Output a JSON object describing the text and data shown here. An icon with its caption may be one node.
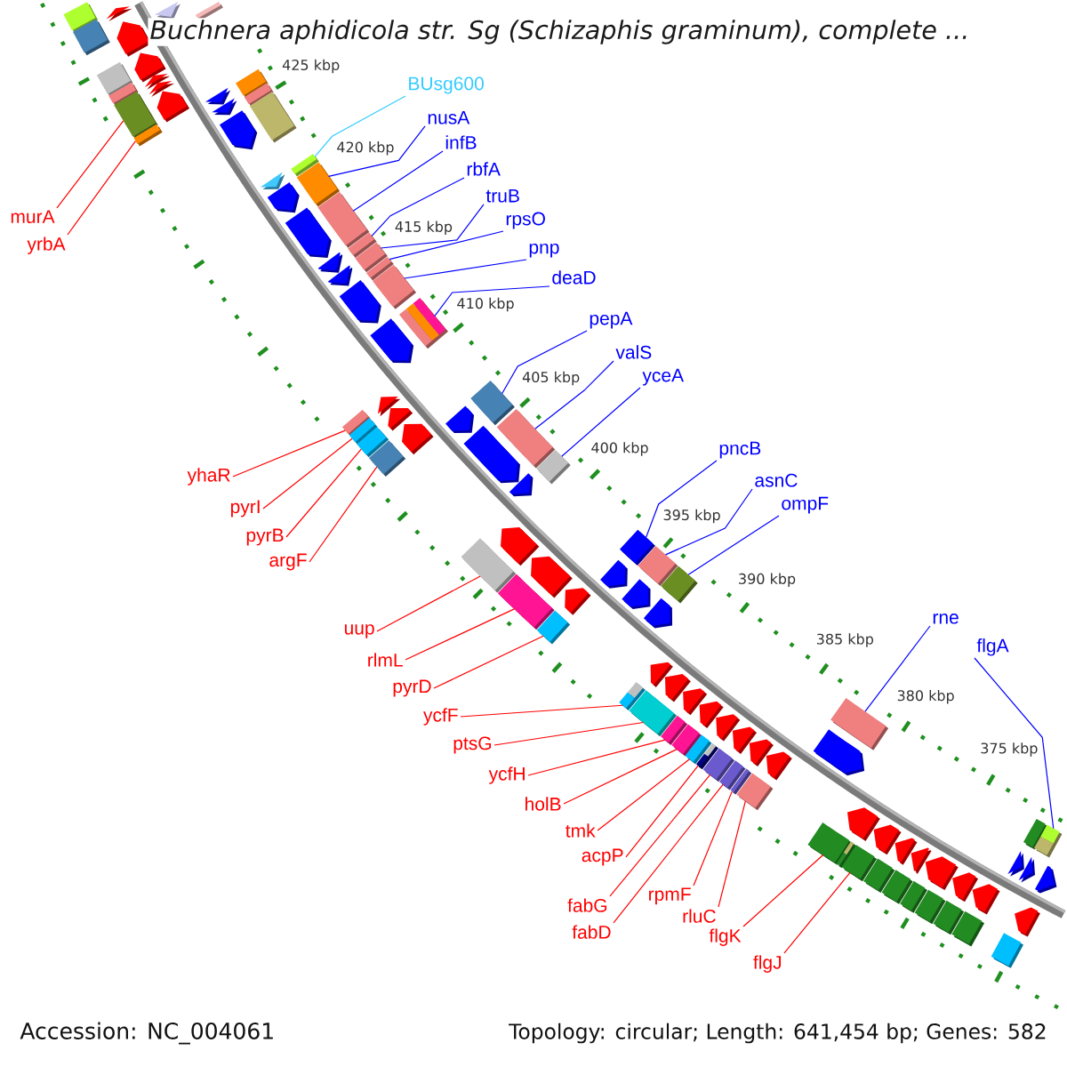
{
  "diagram": {
    "title": "Buchnera aphidicola str. Sg (Schizaphis graminum), complete ...",
    "nodes": [
      {
        "text": [
          "BUsg600"
        ]
      },
      {
        "text": [
          "nusA"
        ]
      },
      {
        "text": [
          "infB"
        ]
      },
      {
        "text": [
          "rbfA"
        ]
      },
      {
        "text": [
          "truB"
        ]
      },
      {
        "text": [
          "murA"
        ]
      },
      {
        "text": [
          "rpsO"
        ]
      },
      {
        "text": [
          "yrbA"
        ]
      },
      {
        "text": [
          "pnp"
        ]
      },
      {
        "text": [
          "deaD"
        ]
      },
      {
        "text": [
          "pepA"
        ]
      },
      {
        "text": [
          "valS"
        ]
      },
      {
        "text": [
          "yceA"
        ]
      },
      {
        "text": [
          "pncB"
        ]
      },
      {
        "text": [
          "yhaR"
        ]
      },
      {
        "text": [
          "asnC"
        ]
      },
      {
        "text": [
          "ompF"
        ]
      },
      {
        "text": [
          "pyrI"
        ]
      },
      {
        "text": [
          "pyrB"
        ]
      },
      {
        "text": [
          "argF"
        ]
      },
      {
        "text": [
          "rne"
        ]
      },
      {
        "text": [
          "uup"
        ]
      },
      {
        "text": [
          "flgA"
        ]
      },
      {
        "text": [
          "rlmL"
        ]
      },
      {
        "text": [
          "pyrD"
        ]
      },
      {
        "text": [
          "ycfF"
        ]
      },
      {
        "text": [
          "ptsG"
        ]
      },
      {
        "text": [
          "ycfH"
        ]
      },
      {
        "text": [
          "holB"
        ]
      },
      {
        "text": [
          "tmk"
        ]
      },
      {
        "text": [
          "acpP"
        ]
      },
      {
        "text": [
          "rpmF"
        ]
      },
      {
        "text": [
          "fabG"
        ]
      },
      {
        "text": [
          "rluC"
        ]
      },
      {
        "text": [
          "fabD"
        ]
      },
      {
        "text": [
          "flgK"
        ]
      },
      {
        "text": [
          "flgJ"
        ]
      },
      {
        "text": [],
        "shape": "bar"
      },
      {
        "text": [],
        "shape": "arrow"
      },
      {
        "text": [],
        "shape": "bar"
      },
      {
        "text": [],
        "shape": "arrow"
      },
      {
        "text": [],
        "shape": "arrow"
      },
      {
        "text": [],
        "shape": "bar"
      },
      {
        "text": [],
        "shape": "bar"
      },
      {
        "text": [],
        "shape": "arrow"
      },
      {
        "text": [],
        "shape": "bar"
      },
      {
        "text": [],
        "shape": "arrow"
      },
      {
        "text": [],
        "shape": "arrow"
      },
      {
        "text": [],
        "shape": "bar"
      },
      {
        "text": [],
        "shape": "arrow"
      },
      {
        "text": [],
        "shape": "bar"
      },
      {
        "text": [],
        "shape": "arrow"
      },
      {
        "text": [],
        "shape": "bar"
      },
      {
        "text": [],
        "shape": "arrow"
      },
      {
        "text": [],
        "shape": "bar"
      },
      {
        "text": [],
        "shape": "arrow"
      },
      {
        "text": [],
        "shape": "bar"
      },
      {
        "text": [],
        "shape": "arrow"
      },
      {
        "text": [],
        "shape": "bar"
      },
      {
        "text": [],
        "shape": "arrow"
      },
      {
        "text": [],
        "shape": "bar"
      },
      {
        "text": [],
        "shape": "arrow"
      },
      {
        "text": [],
        "shape": "bar"
      },
      {
        "text": [],
        "shape": "bar"
      },
      {
        "text": [],
        "shape": "arrow"
      },
      {
        "text": [],
        "shape": "bar"
      },
      {
        "text": [],
        "shape": "arrow"
      },
      {
        "text": [],
        "shape": "bar"
      },
      {
        "text": [],
        "shape": "arrow"
      },
      {
        "text": [],
        "shape": "bar"
      },
      {
        "text": [],
        "shape": "arrow"
      },
      {
        "text": [],
        "shape": "bar"
      },
      {
        "text": [],
        "shape": "bar"
      },
      {
        "text": [],
        "shape": "arrow"
      },
      {
        "text": [],
        "shape": "bar"
      },
      {
        "text": [],
        "shape": "arrow"
      },
      {
        "text": [],
        "shape": "bar"
      },
      {
        "text": [],
        "shape": "arrow"
      },
      {
        "text": [],
        "shape": "bar"
      },
      {
        "text": [],
        "shape": "arrow"
      },
      {
        "text": [],
        "shape": "bar"
      },
      {
        "text": [],
        "shape": "arrow"
      },
      {
        "text": [],
        "shape": "bar"
      },
      {
        "text": [],
        "shape": "arrow"
      },
      {
        "text": [],
        "shape": "bar"
      },
      {
        "text": [],
        "shape": "bar"
      },
      {
        "text": [],
        "shape": "arrow"
      },
      {
        "text": [],
        "shape": "arrow"
      },
      {
        "text": [],
        "shape": "bar"
      },
      {
        "text": [],
        "shape": "arrow"
      },
      {
        "text": [],
        "shape": "bar"
      },
      {
        "text": [],
        "shape": "bar"
      },
      {
        "text": [],
        "shape": "arrow"
      },
      {
        "text": [],
        "shape": "bar"
      },
      {
        "text": [],
        "shape": "arrow"
      },
      {
        "text": [],
        "shape": "bar"
      },
      {
        "text": [],
        "shape": "arrow"
      },
      {
        "text": [],
        "shape": "bar"
      },
      {
        "text": [],
        "shape": "arrow"
      },
      {
        "text": [],
        "shape": "arrow"
      },
      {
        "text": [],
        "shape": "bar"
      },
      {
        "text": [],
        "shape": "arrow"
      },
      {
        "text": [],
        "shape": "bar"
      },
      {
        "text": [],
        "shape": "arrow"
      },
      {
        "text": [],
        "shape": "bar"
      },
      {
        "text": [],
        "shape": "bar"
      },
      {
        "text": [],
        "shape": "arrow"
      },
      {
        "text": [],
        "shape": "bar"
      },
      {
        "text": [],
        "shape": "bar"
      },
      {
        "text": [],
        "shape": "arrow"
      },
      {
        "text": [],
        "shape": "bar"
      },
      {
        "text": [],
        "shape": "arrow"
      },
      {
        "text": [],
        "shape": "bar"
      },
      {
        "text": [],
        "shape": "arrow"
      },
      {
        "text": [],
        "shape": "bar"
      },
      {
        "text": [],
        "shape": "bar"
      },
      {
        "text": [],
        "shape": "arrow"
      },
      {
        "text": [],
        "shape": "bar"
      },
      {
        "text": [],
        "shape": "arrow"
      },
      {
        "text": [],
        "shape": "bar"
      },
      {
        "text": [],
        "shape": "bar"
      },
      {
        "text": [],
        "shape": "arrow"
      },
      {
        "text": [],
        "shape": "bar"
      },
      {
        "text": [],
        "shape": "arrow"
      },
      {
        "text": [],
        "shape": "bar"
      },
      {
        "text": [],
        "shape": "arrow"
      },
      {
        "text": [],
        "shape": "bar"
      },
      {
        "text": [],
        "shape": "arrow"
      },
      {
        "text": [],
        "shape": "bar"
      },
      {
        "text": [],
        "shape": "arrow"
      },
      {
        "text": [],
        "shape": "bar"
      },
      {
        "text": [],
        "shape": "arrow"
      },
      {
        "text": [],
        "shape": "bar"
      },
      {
        "text": [],
        "shape": "bar"
      },
      {
        "text": [],
        "shape": "arrow"
      },
      {
        "text": [],
        "shape": "arrow"
      },
      {
        "text": [],
        "shape": "bar"
      },
      {
        "text": [],
        "shape": "arrow"
      },
      {
        "text": [],
        "shape": "bar"
      },
      {
        "text": [],
        "shape": "arrow"
      }
    ],
    "edges": [
      {
        "from": 0,
        "to": 58,
        "arrow": "none",
        "color": "#33ccff"
      },
      {
        "from": 1,
        "to": 60,
        "arrow": "none",
        "color": "#0000ff"
      },
      {
        "from": 2,
        "to": 62,
        "arrow": "none",
        "color": "#0000ff"
      },
      {
        "from": 3,
        "to": 63,
        "arrow": "none",
        "color": "#0000ff"
      },
      {
        "from": 4,
        "to": 65,
        "arrow": "none",
        "color": "#0000ff"
      },
      {
        "from": 5,
        "to": 48,
        "arrow": "none"
      },
      {
        "from": 6,
        "to": 67,
        "arrow": "none",
        "color": "#0000ff"
      },
      {
        "from": 7,
        "to": 50,
        "arrow": "none"
      },
      {
        "from": 8,
        "to": 69,
        "arrow": "none",
        "color": "#0000ff"
      },
      {
        "from": 9,
        "to": 71,
        "arrow": "none",
        "color": "#0000ff"
      },
      {
        "from": 10,
        "to": 80,
        "arrow": "none",
        "color": "#0000ff"
      },
      {
        "from": 11,
        "to": 82,
        "arrow": "none",
        "color": "#0000ff"
      },
      {
        "from": 12,
        "to": 84,
        "arrow": "none",
        "color": "#0000ff"
      },
      {
        "from": 13,
        "to": 91,
        "arrow": "none",
        "color": "#0000ff"
      },
      {
        "from": 14,
        "to": 72,
        "arrow": "none"
      },
      {
        "from": 15,
        "to": 93,
        "arrow": "none",
        "color": "#0000ff"
      },
      {
        "from": 16,
        "to": 95,
        "arrow": "none",
        "color": "#0000ff"
      },
      {
        "from": 17,
        "to": 74,
        "arrow": "none"
      },
      {
        "from": 18,
        "to": 76,
        "arrow": "none"
      },
      {
        "from": 19,
        "to": 78,
        "arrow": "none"
      },
      {
        "from": 20,
        "to": 115,
        "arrow": "none",
        "color": "#0000ff"
      },
      {
        "from": 21,
        "to": 85,
        "arrow": "none"
      },
      {
        "from": 22,
        "to": 136,
        "arrow": "none",
        "color": "#0000ff"
      },
      {
        "from": 23,
        "to": 88,
        "arrow": "none"
      },
      {
        "from": 24,
        "to": 90,
        "arrow": "none"
      },
      {
        "from": 25,
        "to": 97,
        "arrow": "none"
      },
      {
        "from": 26,
        "to": 100,
        "arrow": "none"
      },
      {
        "from": 27,
        "to": 102,
        "arrow": "none"
      },
      {
        "from": 28,
        "to": 104,
        "arrow": "none"
      },
      {
        "from": 29,
        "to": 105,
        "arrow": "none"
      },
      {
        "from": 30,
        "to": 107,
        "arrow": "none"
      },
      {
        "from": 31,
        "to": 112,
        "arrow": "none"
      },
      {
        "from": 32,
        "to": 108,
        "arrow": "none"
      },
      {
        "from": 33,
        "to": 114,
        "arrow": "none"
      },
      {
        "from": 34,
        "to": 110,
        "arrow": "none"
      },
      {
        "from": 35,
        "to": 117,
        "arrow": "none"
      },
      {
        "from": 36,
        "to": 120,
        "arrow": "none"
      }
    ],
    "labels": [
      "425 kbp",
      "420 kbp",
      "415 kbp",
      "410 kbp",
      "405 kbp",
      "400 kbp",
      "395 kbp",
      "390 kbp",
      "385 kbp",
      "380 kbp",
      "375 kbp",
      "Accession: NC_004061",
      "Topology: circular; Length: 641,454 bp; Genes: 582"
    ]
  }
}
